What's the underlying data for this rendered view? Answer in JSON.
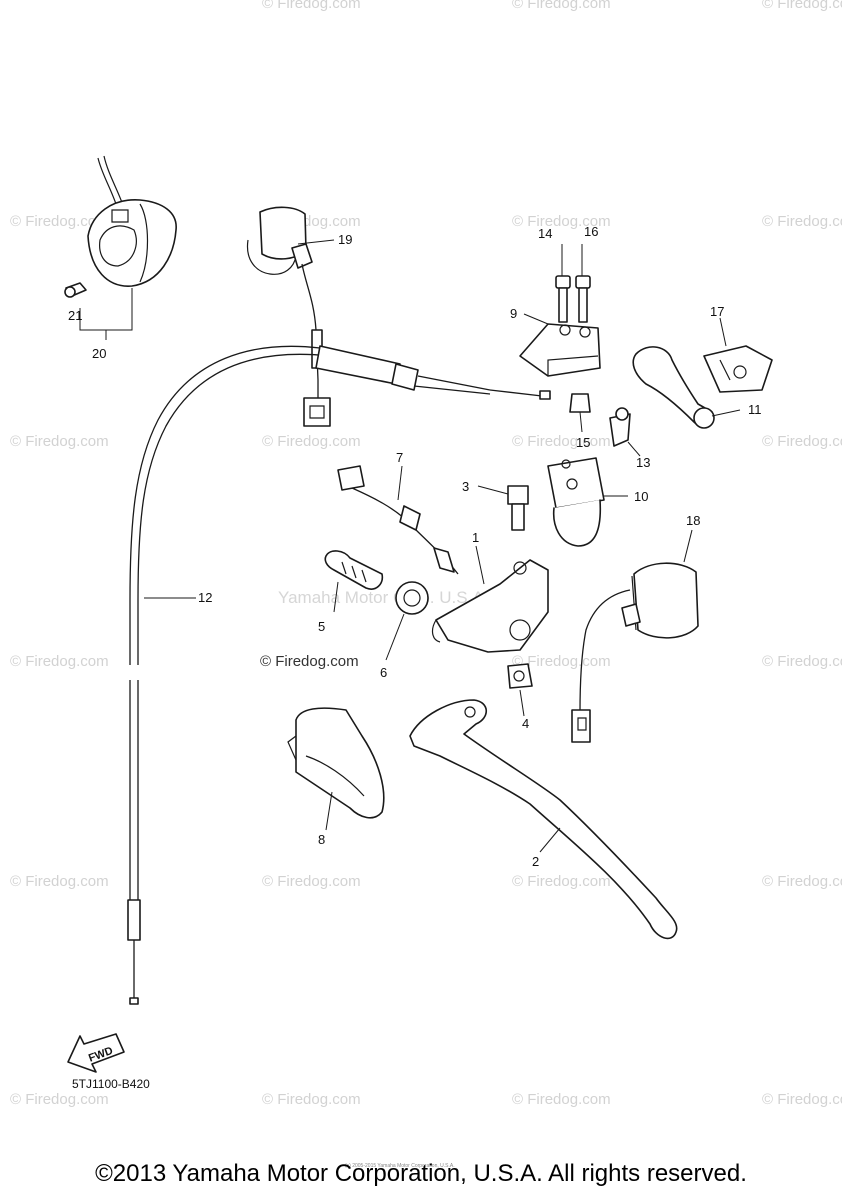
{
  "watermark": "© Firedog.com",
  "center_watermark": "Yamaha Motor Corp. U.S.A.",
  "diagram_code": "5TJ1100-B420",
  "fwd_label": "FWD",
  "fine_print": "(c) 2005-2015 Yamaha Motor Corporation, U.S.A.",
  "copyright": "©2013 Yamaha Motor Corporation, U.S.A. All rights reserved.",
  "callouts": [
    "1",
    "2",
    "3",
    "4",
    "5",
    "6",
    "7",
    "8",
    "9",
    "10",
    "11",
    "12",
    "13",
    "14",
    "15",
    "16",
    "17",
    "18",
    "19",
    "20",
    "21"
  ]
}
